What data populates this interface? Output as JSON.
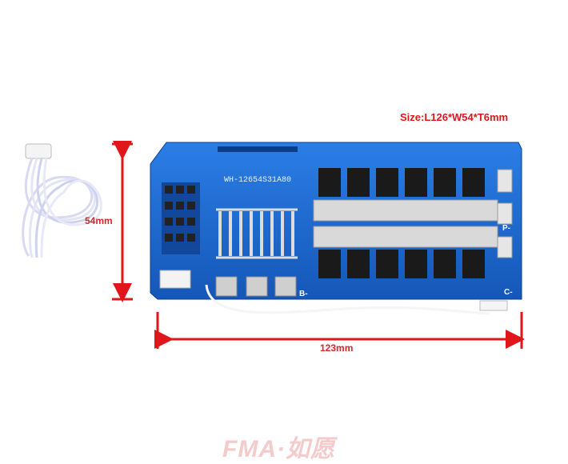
{
  "size_label": "Size:L126*W54*T6mm",
  "height_label": "54mm",
  "width_label": "123mm",
  "board_model": "WH-12654S31A80",
  "terminal_labels": {
    "b_minus": "B-",
    "p_minus": "P-",
    "c_minus": "C-"
  },
  "watermark": "FMA·如愿",
  "colors": {
    "board": "#1f6fd4",
    "accent_red": "#e0161b",
    "heatsink": "#d9d9d9"
  }
}
